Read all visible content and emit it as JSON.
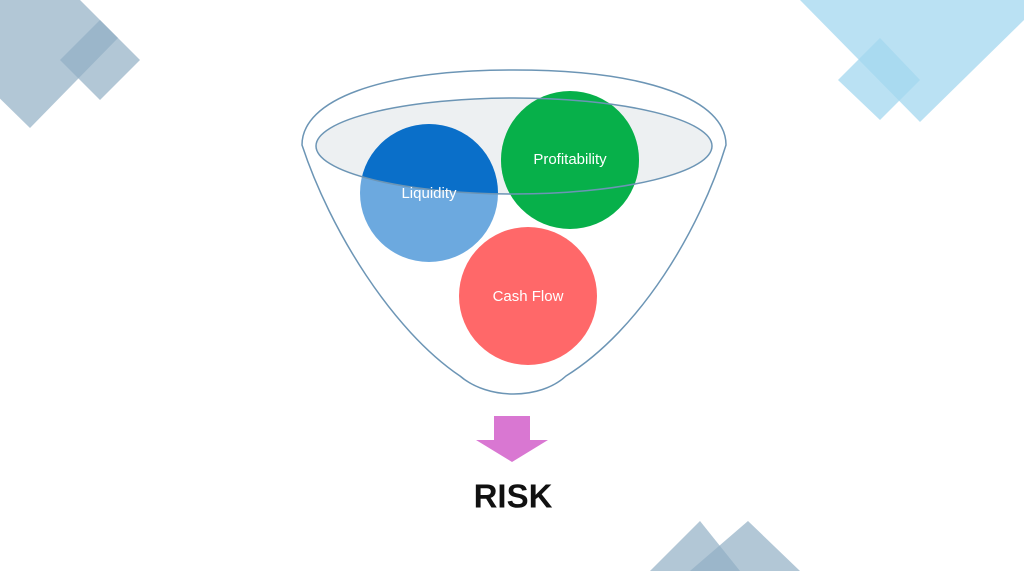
{
  "diagram": {
    "factors": [
      {
        "label": "Liquidity",
        "color": "#0a6fc9"
      },
      {
        "label": "Profitability",
        "color": "#07b04a"
      },
      {
        "label": "Cash Flow",
        "color": "#ff6869"
      }
    ],
    "result": {
      "label": "RISK"
    },
    "colors": {
      "funnel_outline": "#6c95b5",
      "funnel_rim_fill": "#dfe3e8",
      "arrow": "#d977d2",
      "decor_grey": "#91afc4",
      "decor_blue": "#a3d7ef",
      "text": "#111111"
    }
  }
}
